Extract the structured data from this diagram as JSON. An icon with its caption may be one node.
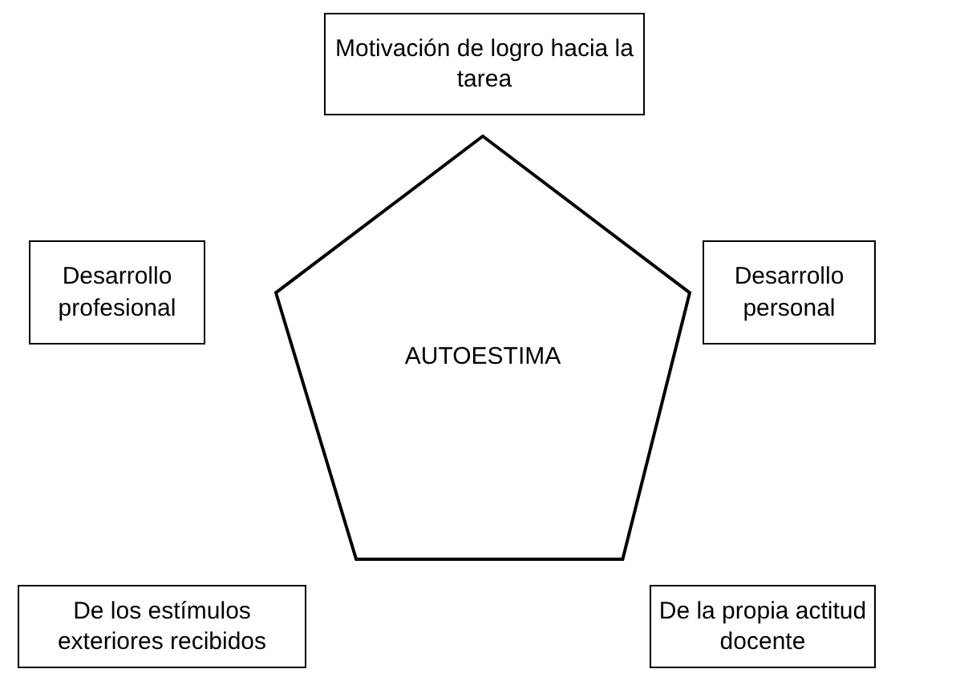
{
  "diagram": {
    "nodes": [
      {
        "text": [
          "Motivación de logro hacia la tarea"
        ]
      },
      {
        "text": [
          "Desarrollo profesional"
        ]
      },
      {
        "text": [
          "AUTOESTIMA"
        ]
      },
      {
        "text": [
          "Desarrollo personal"
        ]
      },
      {
        "text": [
          "De los estímulos exteriores recibidos"
        ]
      },
      {
        "text": [
          "De la propia actitud docente"
        ]
      }
    ]
  }
}
